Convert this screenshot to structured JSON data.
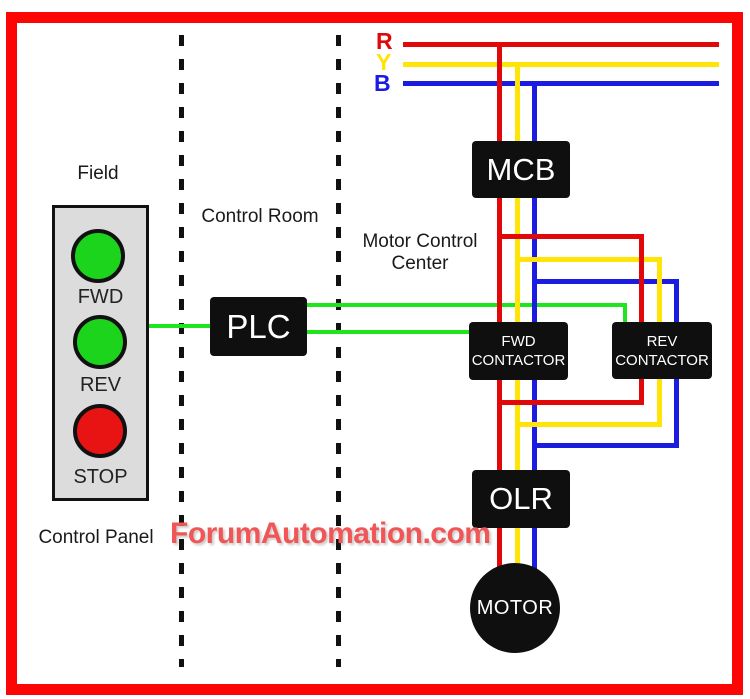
{
  "regions": {
    "field": "Field",
    "control_room": "Control Room",
    "mcc_line1": "Motor Control",
    "mcc_line2": "Center",
    "control_panel": "Control Panel"
  },
  "panel": {
    "fwd_label": "FWD",
    "rev_label": "REV",
    "stop_label": "STOP"
  },
  "phases": [
    {
      "label": "R",
      "color": "#e00808"
    },
    {
      "label": "Y",
      "color": "#ffe405"
    },
    {
      "label": "B",
      "color": "#1c1ce0"
    }
  ],
  "devices": {
    "mcb": "MCB",
    "plc": "PLC",
    "olr": "OLR",
    "motor": "MOTOR",
    "fwd_contactor": {
      "line1": "FWD",
      "line2": "CONTACTOR"
    },
    "rev_contactor": {
      "line1": "REV",
      "line2": "CONTACTOR"
    }
  },
  "watermark": "ForumAutomation.com",
  "colors": {
    "wire-red": "#e00808",
    "wire-yellow": "#ffe405",
    "wire-blue": "#1c1ce0",
    "wire-green": "#1ee51e",
    "frame-red": "#fb0505",
    "box-black": "#0f0f0f",
    "box-text": "#ffffff",
    "panel-gray": "#dcdcdc",
    "button-green": "#1dd41d",
    "button-red": "#e81414",
    "watermark-red": "#f15555",
    "label-black": "#1a1a1a"
  }
}
